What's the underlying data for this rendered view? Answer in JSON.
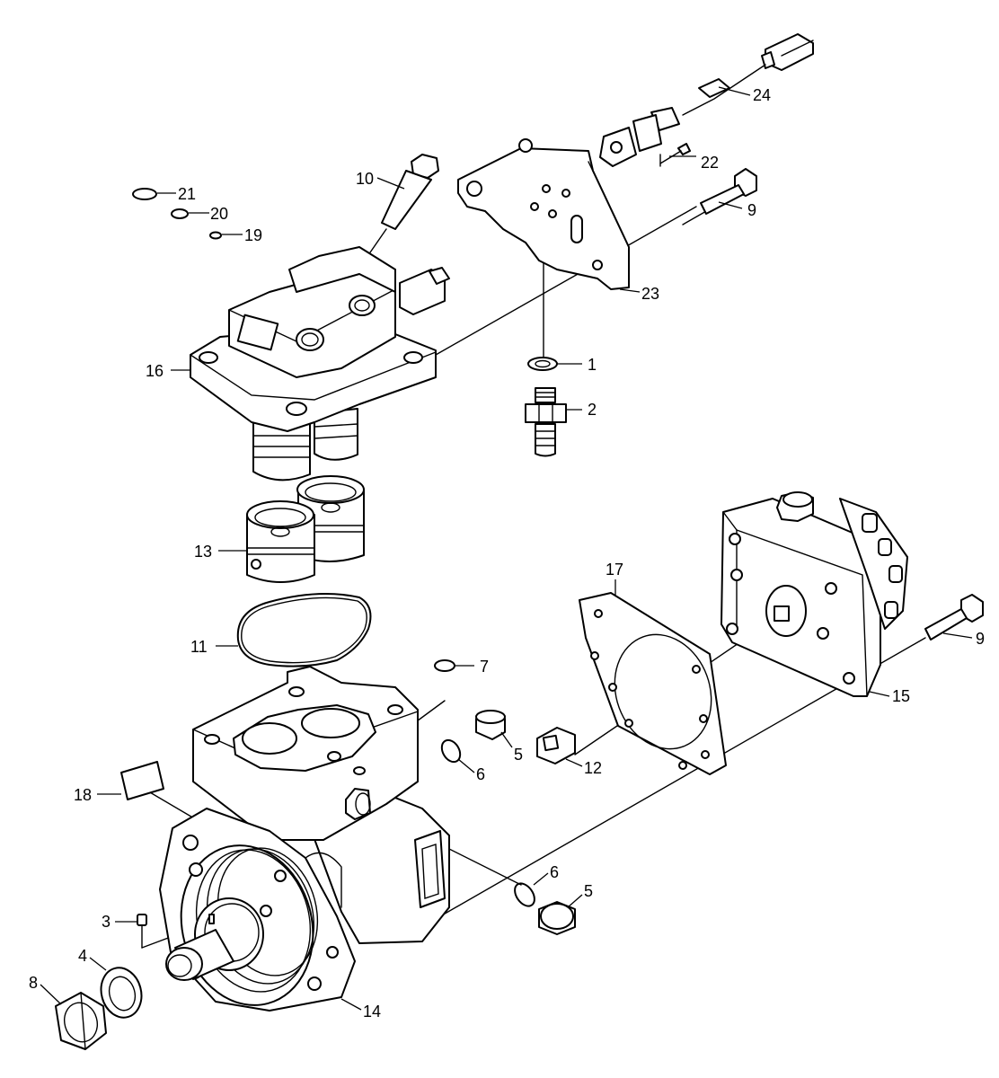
{
  "diagram": {
    "callouts": [
      "1",
      "2",
      "3",
      "4",
      "5",
      "5",
      "6",
      "6",
      "7",
      "8",
      "9",
      "9",
      "10",
      "11",
      "12",
      "13",
      "14",
      "15",
      "16",
      "17",
      "18",
      "19",
      "20",
      "21",
      "22",
      "23",
      "24"
    ]
  }
}
